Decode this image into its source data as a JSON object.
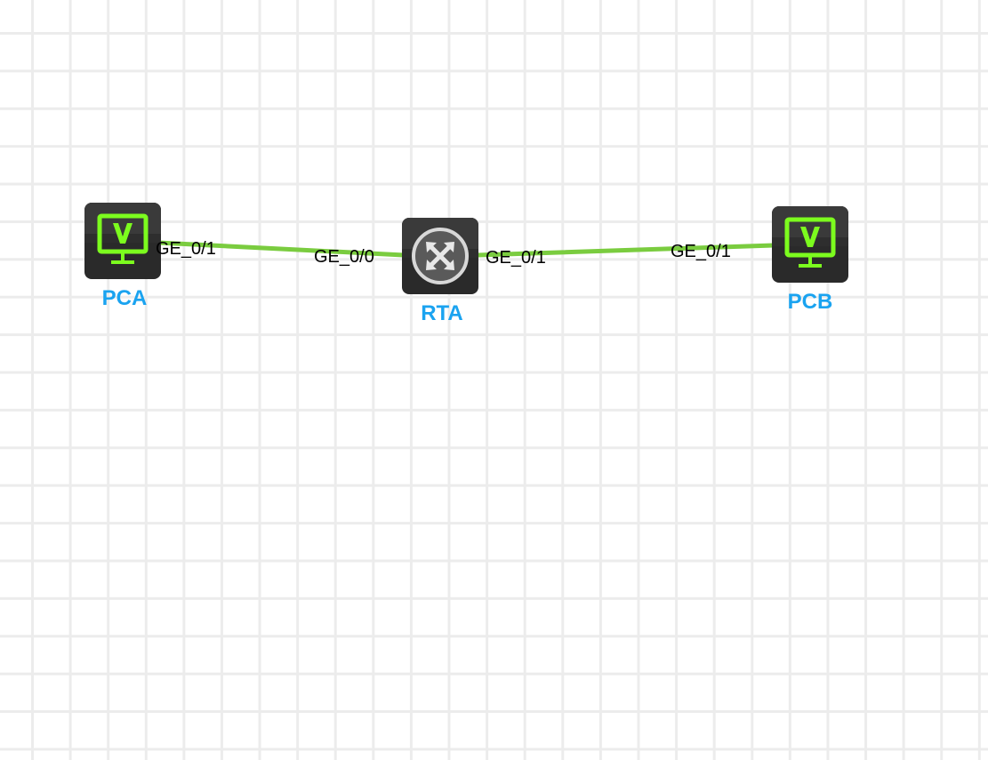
{
  "colors": {
    "link": "#7acc3f",
    "device_label": "#1aa3f0",
    "port_label": "#000000",
    "device_body": "#2a2a2a",
    "screen_accent": "#7cfc1e"
  },
  "devices": {
    "pca": {
      "label": "PCA",
      "icon": "pc-monitor-icon"
    },
    "rta": {
      "label": "RTA",
      "icon": "router-icon"
    },
    "pcb": {
      "label": "PCB",
      "icon": "pc-monitor-icon"
    }
  },
  "links": [
    {
      "from": "PCA",
      "from_port": "GE_0/1",
      "to": "RTA",
      "to_port": "GE_0/0"
    },
    {
      "from": "RTA",
      "from_port": "GE_0/1",
      "to": "PCB",
      "to_port": "GE_0/1"
    }
  ]
}
